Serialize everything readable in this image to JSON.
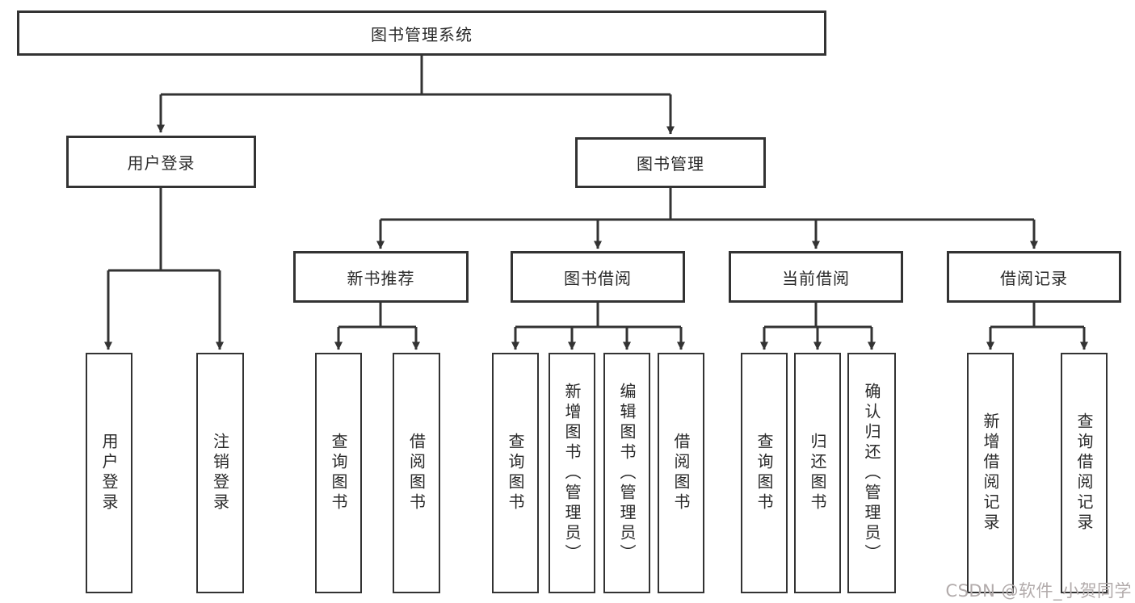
{
  "title": "图书管理系统",
  "watermark": {
    "text": "CSDN @软件_小贺同学",
    "color": "#b2abab"
  },
  "style": {
    "line_color": "#333333",
    "box_background": "#ffffff",
    "text_color": "#2a2a2a"
  },
  "tree": {
    "label": "图书管理系统",
    "children": [
      {
        "label": "用户登录",
        "children": [
          {
            "label": "用户登录"
          },
          {
            "label": "注销登录"
          }
        ]
      },
      {
        "label": "图书管理",
        "children": [
          {
            "label": "新书推荐",
            "children": [
              {
                "label": "查询图书"
              },
              {
                "label": "借阅图书"
              }
            ]
          },
          {
            "label": "图书借阅",
            "children": [
              {
                "label": "查询图书"
              },
              {
                "label": "新增图书（管理员）"
              },
              {
                "label": "编辑图书（管理员）"
              },
              {
                "label": "借阅图书"
              }
            ]
          },
          {
            "label": "当前借阅",
            "children": [
              {
                "label": "查询图书"
              },
              {
                "label": "归还图书"
              },
              {
                "label": "确认归还（管理员）"
              }
            ]
          },
          {
            "label": "借阅记录",
            "children": [
              {
                "label": "新增借阅记录"
              },
              {
                "label": "查询借阅记录"
              }
            ]
          }
        ]
      }
    ]
  }
}
